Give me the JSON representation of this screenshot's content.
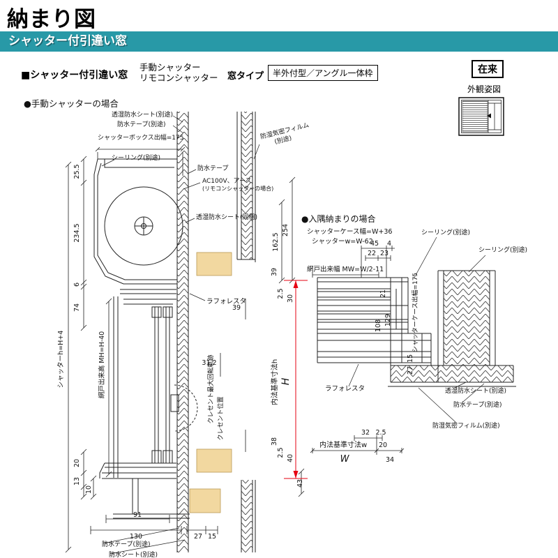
{
  "page": {
    "title": "納まり図"
  },
  "banner": {
    "title": "シャッター付引違い窓"
  },
  "subheader": {
    "section": "■シャッター付引違い窓",
    "shutter_manual": "手動シャッター",
    "shutter_remote": "リモコンシャッター",
    "window_type_label": "窓タイプ",
    "window_type_value": "半外付型／アングル一体枠",
    "construction": "在来",
    "elevation_caption": "外観姿図"
  },
  "left": {
    "title": "●手動シャッターの場合",
    "labels": {
      "sheet_top": "透湿防水シート(別途)",
      "tape_top": "防水テープ(別途)",
      "box_width": "シャッターボックス出幅=175",
      "sealing": "シーリング(別途)",
      "tape2": "防水テープ",
      "ac1": "AC100V、アース",
      "ac2": "(リモコンシャッターの場合)",
      "sheet_mid": "透湿防水シート(同梱)",
      "film1": "防湿気密フィルム",
      "film2": "(別途)",
      "laforesta": "ラフォレスタ",
      "crescent_arc": "クレセント最大回転軌跡",
      "crescent_pos": "クレセント位置",
      "screen_h": "網戸出来高 MH=H-40",
      "shutter_h": "シャッターh=H+4",
      "naiho_h": "内法基準寸法h",
      "H": "H",
      "tape_bottom": "防水テープ(別途)",
      "sheet_bottom": "防水シート(別途)"
    },
    "dims": {
      "d25_5": "25.5",
      "d234_5": "234.5",
      "d6": "6",
      "d74": "74",
      "d20": "20",
      "d13": "13",
      "d10": "10",
      "d254": "254",
      "d162_5": "162.5",
      "d39_top": "39",
      "d2_5_top": "2.5",
      "d30": "30",
      "d39_mid": "39",
      "d31_2": "31.2",
      "d38": "38",
      "d2_5_bot": "2.5",
      "d40": "40",
      "d43": "43",
      "d91": "91",
      "d130": "130",
      "d27": "27",
      "d15": "15"
    }
  },
  "right": {
    "title": "●入隅納まりの場合",
    "labels": {
      "case_width": "シャッターケース幅=W+36",
      "shutter_w": "シャッターw=W-62",
      "screen_w": "網戸出来幅 MW=W/2-11",
      "sealing1": "シーリング(別途)",
      "sealing2": "シーリング(別途)",
      "case_depth": "シャッターケース出幅=175",
      "sheet": "透湿防水シート(別途)",
      "tape": "防水テープ(別途)",
      "laforesta": "ラフォレスタ",
      "film": "防湿気密フィルム(別途)",
      "naiho_w": "内法基準寸法w",
      "W": "W"
    },
    "dims": {
      "d45": "45",
      "d4": "4",
      "d22": "22",
      "d23": "23",
      "d21": "21",
      "d108": "108",
      "d129": "129",
      "d15": "15",
      "d27": "27",
      "d32": "32",
      "d2_5": "2.5",
      "d20": "20",
      "d34": "34"
    }
  },
  "colors": {
    "accent_teal": "#2899a7",
    "dimension_red": "#e60012",
    "wood_tan": "#f2d8a0"
  }
}
